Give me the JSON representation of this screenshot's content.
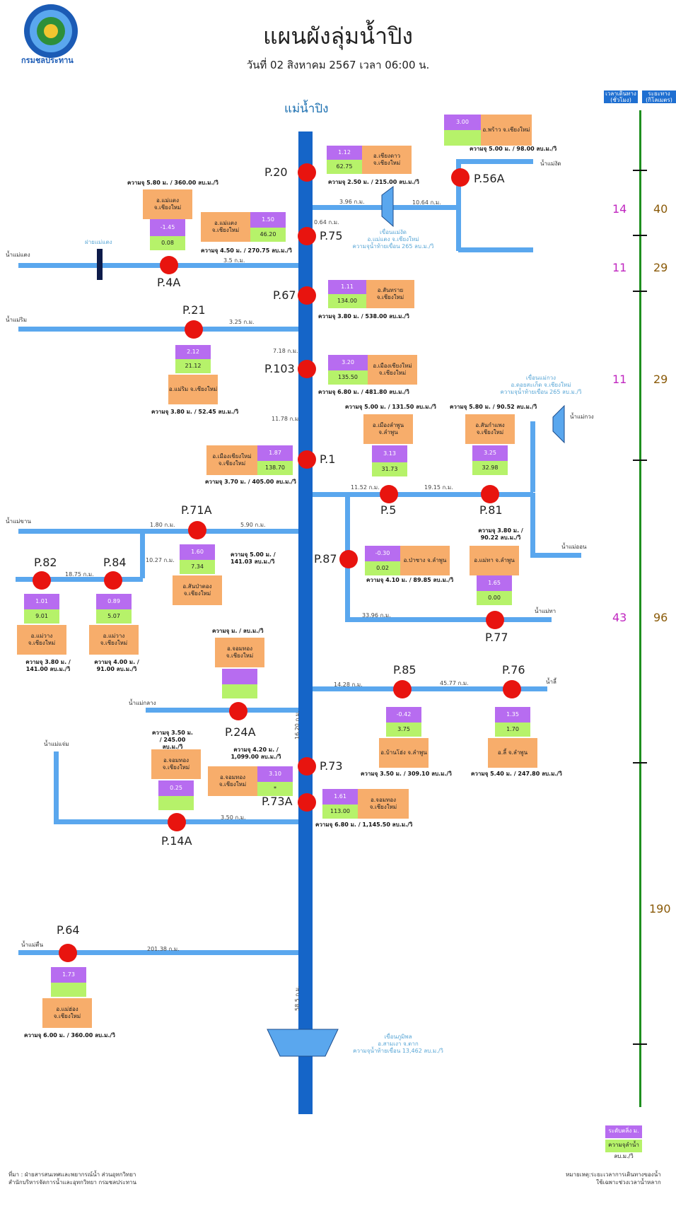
{
  "header": {
    "title": "แผนผังลุ่มน้ำปิง",
    "date": "วันที่ 02 สิงหาคม 2567 เวลา 06:00 น.",
    "logo_text": "กรมชลประทาน"
  },
  "main_river": "แม่น้ำปิง",
  "timeline": {
    "col1": "เวลาเดินทาง (ชั่วโมง)",
    "col2": "ระยะทาง (กิโลเมตร)",
    "hours": [
      "14",
      "11",
      "11",
      "43"
    ],
    "km": [
      "40",
      "29",
      "29",
      "96",
      "190"
    ]
  },
  "stations": {
    "p20": {
      "name": "P.20",
      "cap": "ความจุ 2.50 ม. / 215.00 ลบ.ม./วิ",
      "level": "1.12",
      "flow": "62.75",
      "place": "อ.เชียงดาว จ.เชียงใหม่"
    },
    "p56a": {
      "name": "P.56A",
      "cap": "ความจุ 5.00 ม. / 98.00 ลบ.ม./วิ",
      "level": "3.00",
      "flow": "",
      "place": "อ.พร้าว จ.เชียงใหม่"
    },
    "p4a": {
      "name": "P.4A",
      "cap": "ความจุ 5.80 ม. / 360.00 ลบ.ม./วิ",
      "level": "-1.45",
      "flow": "0.08",
      "place": "อ.แม่แตง จ.เชียงใหม่"
    },
    "p75": {
      "name": "P.75",
      "cap": "ความจุ 4.50 ม. / 270.75 ลบ.ม./วิ",
      "level": "1.50",
      "flow": "46.20",
      "place": "อ.แม่แตง จ.เชียงใหม่"
    },
    "p67": {
      "name": "P.67",
      "cap": "ความจุ 3.80 ม. / 538.00 ลบ.ม./วิ",
      "level": "1.11",
      "flow": "134.00",
      "place": "อ.สันทราย จ.เชียงใหม่"
    },
    "p21": {
      "name": "P.21",
      "cap": "ความจุ 3.80 ม. / 52.45 ลบ.ม./วิ",
      "level": "2.12",
      "flow": "21.12",
      "place": "อ.แม่ริม จ.เชียงใหม่"
    },
    "p103": {
      "name": "P.103",
      "cap": "ความจุ 6.80 ม. / 481.80 ลบ.ม./วิ",
      "level": "3.20",
      "flow": "135.50",
      "place": "อ.เมืองเชียงใหม่ จ.เชียงใหม่"
    },
    "p1": {
      "name": "P.1",
      "cap": "ความจุ 3.70 ม. / 405.00 ลบ.ม./วิ",
      "level": "1.87",
      "flow": "138.70",
      "place": "อ.เมืองเชียงใหม่ จ.เชียงใหม่"
    },
    "p5": {
      "name": "P.5",
      "cap": "ความจุ 5.00 ม. / 131.50 ลบ.ม./วิ",
      "level": "3.13",
      "flow": "31.73",
      "place": "อ.เมืองลำพูน จ.ลำพูน"
    },
    "p81": {
      "name": "P.81",
      "cap": "ความจุ 5.80 ม. / 90.52 ลบ.ม./วิ",
      "level": "3.25",
      "flow": "32.98",
      "place": "อ.สันกำแพง จ.เชียงใหม่"
    },
    "p71a": {
      "name": "P.71A",
      "cap": "ความจุ 5.00 ม. / 141.03 ลบ.ม./วิ",
      "level": "1.60",
      "flow": "7.34",
      "place": "อ.สันป่าตอง จ.เชียงใหม่"
    },
    "p87": {
      "name": "P.87",
      "cap": "ความจุ 4.10 ม. / 89.85 ลบ.ม./วิ",
      "level": "-0.30",
      "flow": "0.02",
      "place": "อ.ป่าซาง จ.ลำพูน"
    },
    "p77": {
      "name": "P.77",
      "cap": "ความจุ 3.80 ม. / 90.22 ลบ.ม./วิ",
      "level": "1.65",
      "flow": "0.00",
      "place": "อ.แม่ทา จ.ลำพูน"
    },
    "p82": {
      "name": "P.82",
      "cap": "ความจุ 3.80 ม. / 141.00 ลบ.ม./วิ",
      "level": "1.01",
      "flow": "9.01",
      "place": "อ.แม่วาง จ.เชียงใหม่"
    },
    "p84": {
      "name": "P.84",
      "cap": "ความจุ 4.00 ม. / 91.00 ลบ.ม./วิ",
      "level": "0.89",
      "flow": "5.07",
      "place": "อ.แม่วาง จ.เชียงใหม่"
    },
    "p85": {
      "name": "P.85",
      "cap": "ความจุ 3.50 ม. / 309.10 ลบ.ม./วิ",
      "level": "-0.42",
      "flow": "3.75",
      "place": "อ.บ้านโฮ่ง จ.ลำพูน"
    },
    "p76": {
      "name": "P.76",
      "cap": "ความจุ 5.40 ม. / 247.80 ลบ.ม./วิ",
      "level": "1.35",
      "flow": "1.70",
      "place": "อ.ลี้ จ.ลำพูน"
    },
    "p24a": {
      "name": "P.24A",
      "cap": "ความจุ ม. / ลบ.ม./วิ",
      "level": "",
      "flow": "",
      "place": "อ.จอมทอง จ.เชียงใหม่"
    },
    "p73": {
      "name": "P.73",
      "cap": "ความจุ 4.20 ม. / 1,099.00 ลบ.ม./วิ",
      "level": "3.10",
      "flow": "*",
      "place": "อ.จอมทอง จ.เชียงใหม่"
    },
    "p14a": {
      "name": "P.14A",
      "cap": "ความจุ 3.50 ม. / 245.00 ลบ.ม./วิ",
      "level": "0.25",
      "flow": "",
      "place": "อ.จอมทอง จ.เชียงใหม่"
    },
    "p73a": {
      "name": "P.73A",
      "cap": "ความจุ 6.80 ม. / 1,145.50 ลบ.ม./วิ",
      "level": "1.61",
      "flow": "113.00",
      "place": "อ.จอมทอง จ.เชียงใหม่"
    },
    "p64": {
      "name": "P.64",
      "cap": "ความจุ 6.00 ม. / 360.00 ลบ.ม./วิ",
      "level": "1.73",
      "flow": "",
      "place": "อ.แม่ฮ่อง จ.เชียงใหม่"
    }
  },
  "rivers": {
    "maengat": "น้ำแม่งัด",
    "maetaeng": "น้ำแม่แตง",
    "maerim": "น้ำแม่ริม",
    "maekuang": "น้ำแม่กวง",
    "maeon": "น้ำแม่ออน",
    "maekhan": "น้ำแม่ขาน",
    "maetha": "น้ำแม่ทา",
    "maeli": "น้ำลี้",
    "maeklang": "น้ำแม่กลาง",
    "maechaem": "น้ำแม่แจ่ม",
    "maetuen": "น้ำแม่ตื่น"
  },
  "distances": {
    "d396": "3.96 ก.ม.",
    "d1064": "10.64 ก.ม.",
    "d064": "0.64 ก.ม.",
    "d35": "3.5 ก.ม.",
    "d325": "3.25 ก.ม.",
    "d718": "7.18 ก.ม.",
    "d1178": "11.78 ก.ม.",
    "d1152": "11.52 ก.ม.",
    "d1915": "19.15 ก.ม.",
    "d180": "1.80 ก.ม.",
    "d590": "5.90 ก.ม.",
    "d1027": "10.27 ก.ม.",
    "d1875": "18.75 ก.ม.",
    "d3396": "33.96 ก.ม.",
    "d1428": "14.28 ก.ม.",
    "d4577": "45.77 ก.ม.",
    "d1620": "16.20 ก.ม.",
    "d350": "3.50 ก.ม.",
    "d20138": "201.38 ก.ม.",
    "d585": "58.5 ก.ม."
  },
  "dams": {
    "maengat": [
      "เขื่อนแม่งัด",
      "อ.แม่แตง จ.เชียงใหม่",
      "ความจุน้ำท้ายเขื่อน 265 ลบ.ม./วิ"
    ],
    "maekuang": [
      "เขื่อนแม่กวง",
      "อ.ดอยสะเก็ด จ.เชียงใหม่",
      "ความจุน้ำท้ายเขื่อน 265 ลบ.ม./วิ"
    ],
    "bhumibol": [
      "เขื่อนภูมิพล",
      "อ.สามเงา จ.ตาก",
      "ความจุน้ำท้ายเขื่อน 13,462 ลบ.ม./วิ"
    ],
    "maetaeng_weir": "ฝายแม่แตง"
  },
  "legend": {
    "level": "ระดับตลิ่ง ม. (รทก.)",
    "flow": "ความจุลำน้ำ ลบ.ม./วิ"
  },
  "footer": {
    "left1": "ที่มา : ฝ่ายสารสนเทศและพยากรณ์น้ำ ส่วนอุทกวิทยา",
    "left2": "สำนักบริหารจัดการน้ำและอุทกวิทยา กรมชลประทาน",
    "right1": "หมายเหตุ:ระยะเวลาการเดินทางของน้ำ",
    "right2": "ใช้เฉพาะช่วงเวลาน้ำหลาก"
  },
  "colors": {
    "river": "#5aa7ee",
    "main": "#1565c8",
    "station": "#e8140f",
    "purple": "#b76cf0",
    "green": "#b6f26a",
    "orange": "#f7ad6b",
    "timeline": "#1f8f1f"
  }
}
